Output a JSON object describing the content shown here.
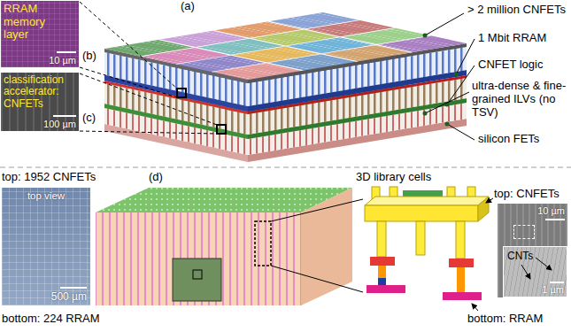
{
  "diagram": {
    "nodes": [
      {
        "text": [
          "RRAM memory layer",
          "10 µm"
        ]
      },
      {
        "text": [
          "classification accelerator: CNFETs",
          "100 µm"
        ]
      },
      {
        "text": [
          "top view",
          "500 µm"
        ]
      },
      {
        "text": [
          "10 µm"
        ]
      },
      {
        "text": [
          "CNTs",
          "1 µm"
        ],
        "in": 3
      }
    ],
    "labels": [
      "(a)",
      "(b)",
      "(c)",
      "> 2 million CNFETs",
      "1 Mbit RRAM",
      "CNFET logic",
      "ultra-dense & fine-grained ILVs (no TSV)",
      "silicon FETs",
      "top: 1952 CNFETs",
      "(d)",
      "3D library cells",
      "top: CNFETs",
      "bottom: 224 RRAM",
      "bottom: RRAM"
    ]
  }
}
